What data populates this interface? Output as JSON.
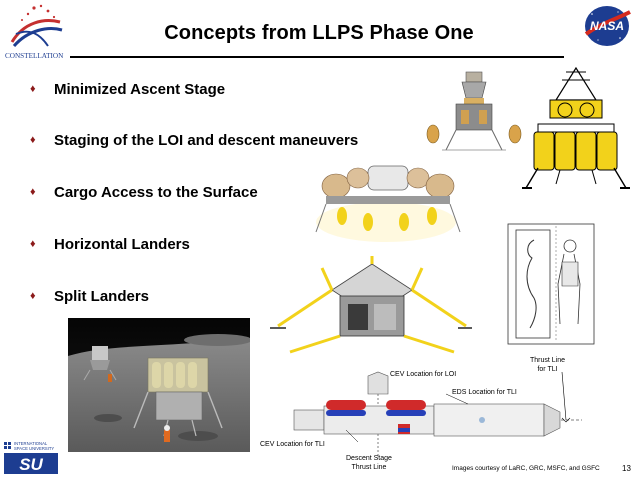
{
  "slide": {
    "title": "Concepts from LLPS Phase One",
    "bullets": [
      "Minimized Ascent Stage",
      "Staging of the LOI and descent maneuvers",
      "Cargo Access to the Surface",
      "Horizontal Landers",
      "Split Landers"
    ],
    "bullet_marker": "♦",
    "logos": {
      "constellation": "CONSTELLATION",
      "nasa": "NASA",
      "isu_top": "INTERNATIONAL",
      "isu_bottom": "SPACE UNIVERSITY",
      "isu_mark": "SU"
    },
    "diagram_labels": {
      "thrust_line_tli": "Thrust Line\nfor TLI",
      "cev_loi": "CEV Location for LOI",
      "eds": "EDS Location for TLI",
      "cev_tli": "CEV Location for TLI",
      "descent_thrust": "Descent Stage\nThrust Line"
    },
    "credit": "Images courtesy of LaRC, GRC, MSFC, and GSFC",
    "page_number": "13"
  },
  "colors": {
    "bullet_marker": "#8b1a1a",
    "lander_yellow": "#f2d21b",
    "nasa_blue": "#1d3d91",
    "nasa_red": "#d42a1e"
  },
  "icons": [
    "constellation-logo",
    "nasa-logo",
    "isu-logo"
  ]
}
